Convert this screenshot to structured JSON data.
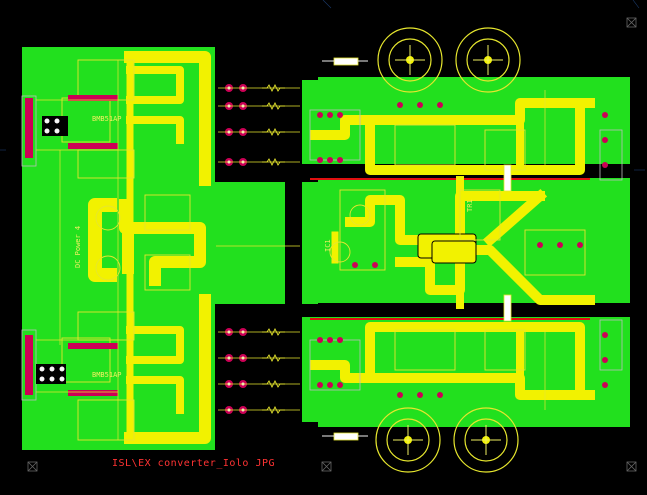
{
  "pcb": {
    "title": "ISL\\EX converter_Iolo JPG",
    "colors": {
      "background": "#000000",
      "copper_pour": "#22e01e",
      "track": "#f2f200",
      "pad": "#cc0055",
      "silkscreen": "#e6e62e",
      "title_text": "#ff3333",
      "hole": "#111111",
      "bottom_trace": "#e01010"
    },
    "labels": {
      "module_top": "BMB51AP",
      "module_bottom": "BMB51AP",
      "rotated_left": "DC Power 4",
      "rotated_center": "TR1",
      "rotated_vertical_small": "IC1"
    }
  }
}
